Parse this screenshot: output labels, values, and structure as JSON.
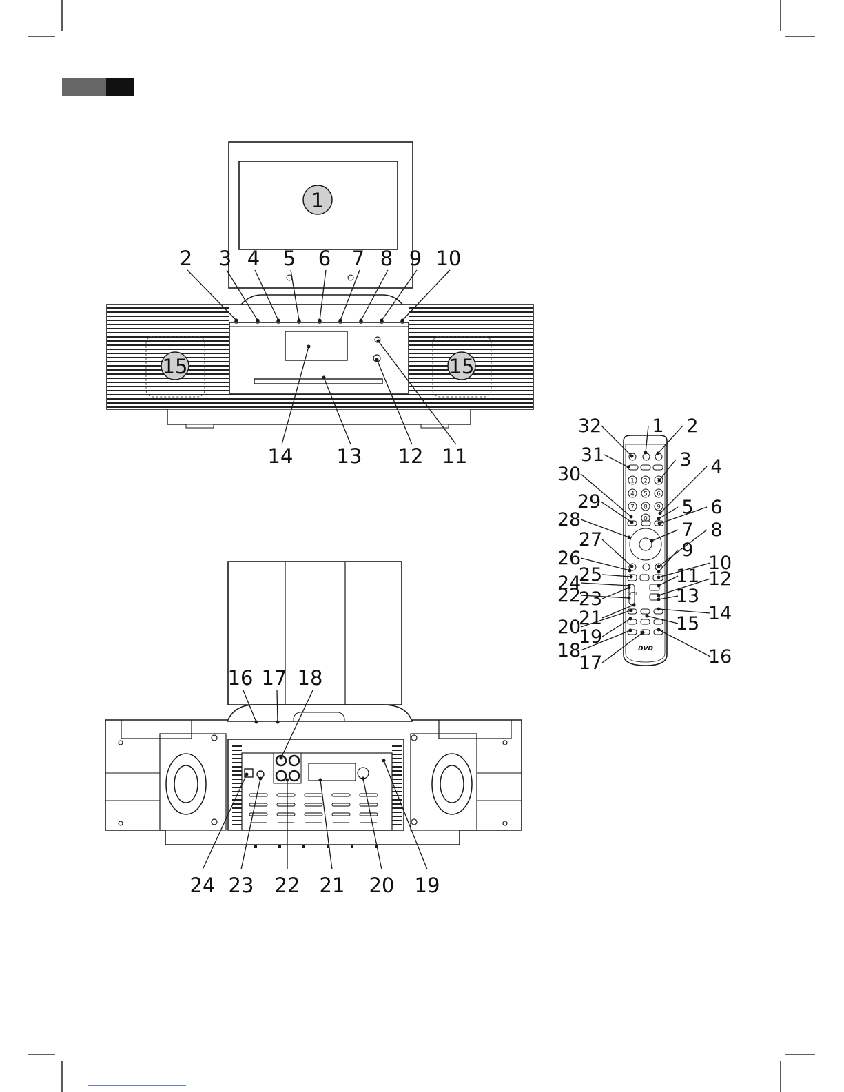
{
  "front_view": {
    "screen_label": "1",
    "speaker_label": "15",
    "top_callouts": [
      "2",
      "3",
      "4",
      "5",
      "6",
      "7",
      "8",
      "9",
      "10"
    ],
    "bottom_callouts": [
      "14",
      "13",
      "12",
      "11"
    ]
  },
  "back_view": {
    "top_callouts": [
      "16",
      "17",
      "18"
    ],
    "bottom_callouts": [
      "24",
      "23",
      "22",
      "21",
      "20",
      "19"
    ]
  },
  "remote": {
    "left_callouts": [
      "32",
      "31",
      "30",
      "29",
      "28",
      "27",
      "26",
      "25",
      "24",
      "23",
      "22",
      "21",
      "20",
      "19",
      "18",
      "17"
    ],
    "right_callouts": [
      "1",
      "2",
      "3",
      "4",
      "5",
      "6",
      "7",
      "8",
      "9",
      "10",
      "11",
      "12",
      "13",
      "14",
      "15",
      "16"
    ],
    "number_keys": [
      "1",
      "2",
      "3",
      "4",
      "5",
      "6",
      "7",
      "8",
      "9",
      "0"
    ],
    "logo": "DVD",
    "side_label": "VOL"
  },
  "colors": {
    "line": "#1a1a1a",
    "grill": "#3a3a3a",
    "tab_dark": "#111111",
    "tab_gray": "#666666",
    "badge": "#d0d0d0"
  }
}
